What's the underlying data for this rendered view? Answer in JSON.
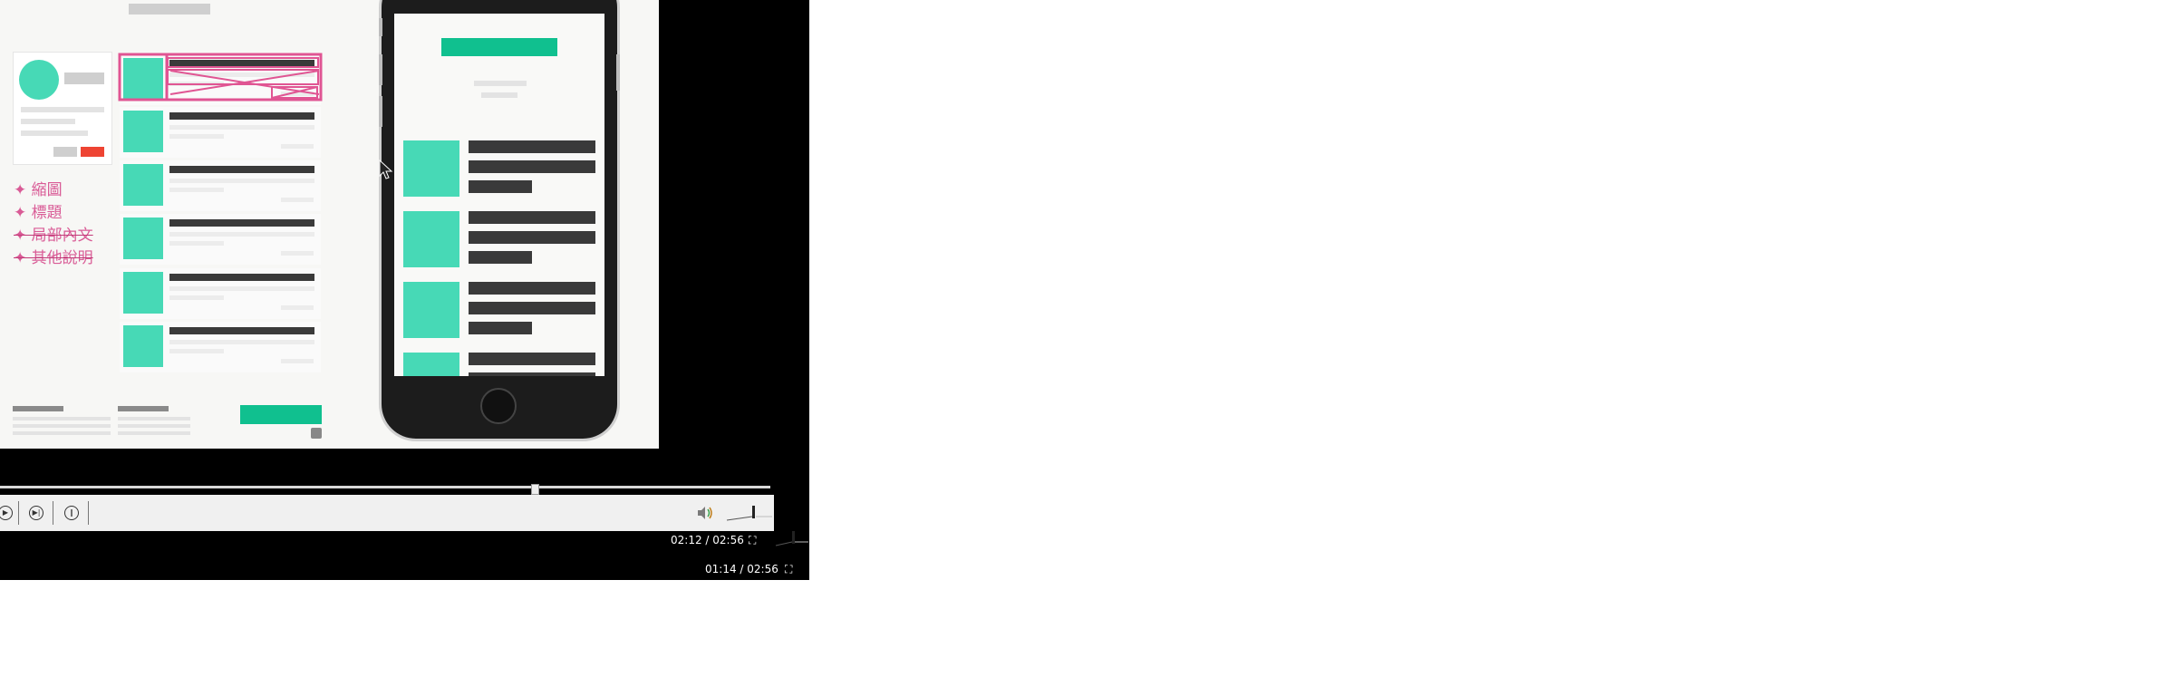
{
  "video": {
    "legend": [
      "✦ 縮圖",
      "✦ 標題",
      "✦ 局部內文",
      "✦ 其他說明"
    ]
  },
  "player": {
    "status_primary_time": "02:12 / 02:56",
    "status_secondary_time": "01:14 / 02:56",
    "seek_fraction": 0.75
  },
  "colors": {
    "accent_teal": "#47d9b6",
    "accent_pink": "#d95b96",
    "accent_red": "#ee4433"
  },
  "icons": [
    "play-icon",
    "next-icon",
    "pause-icon",
    "volume-icon",
    "fullscreen-icon",
    "mouse-cursor-icon"
  ]
}
